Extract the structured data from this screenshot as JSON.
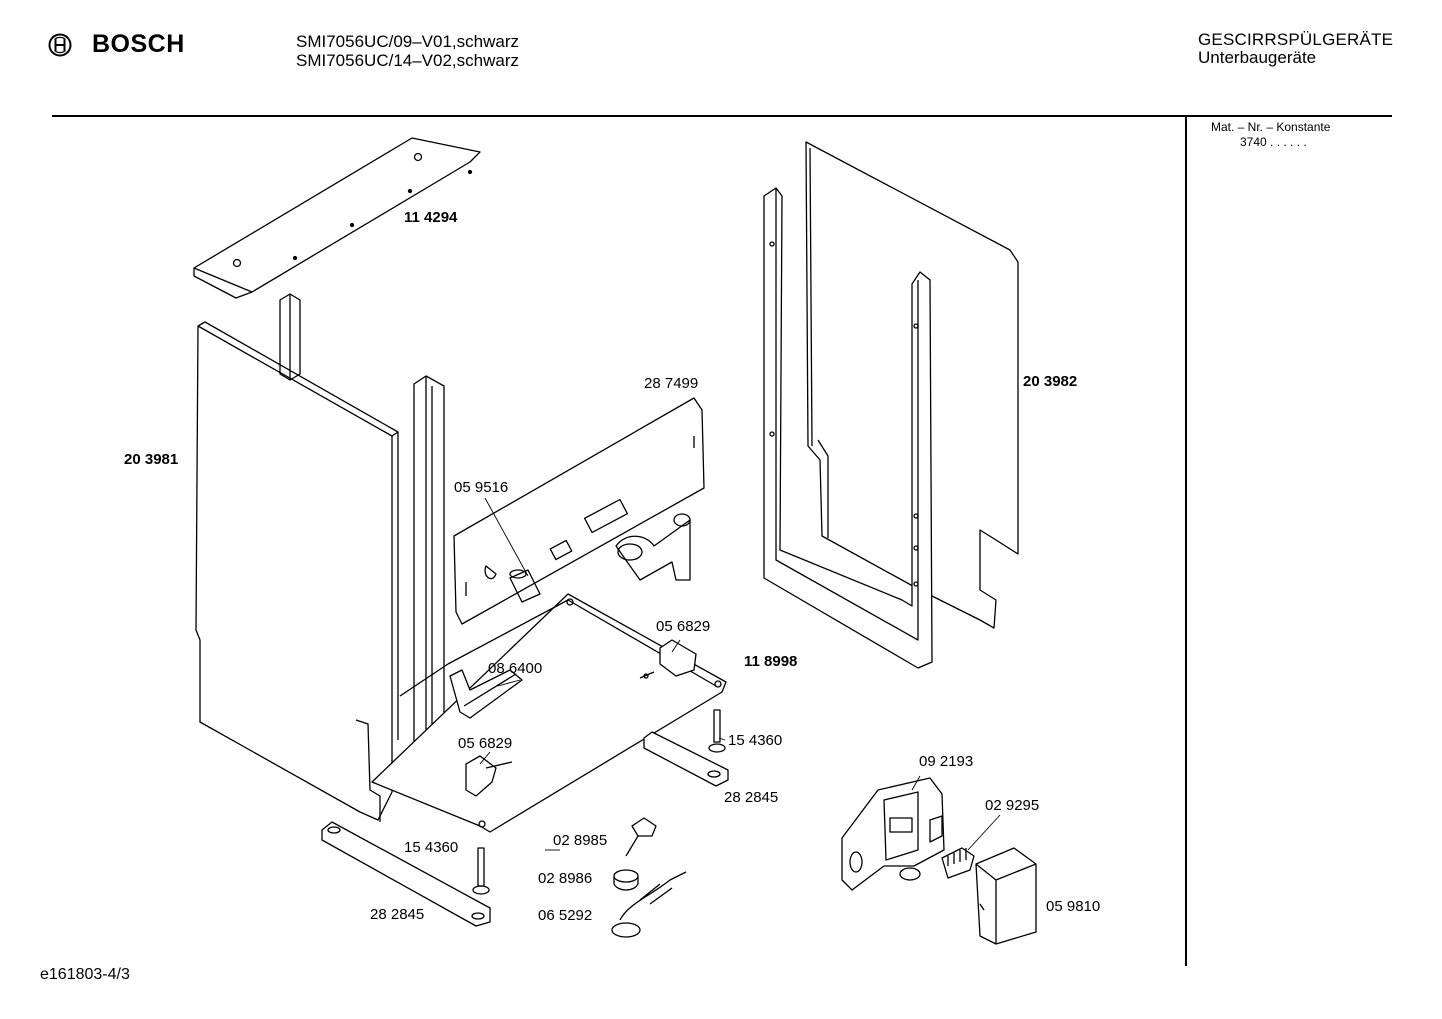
{
  "brand": {
    "name": "BOSCH",
    "logo_icon": "bosch-armature-icon"
  },
  "models": [
    "SMI7056UC/09–V01,schwarz",
    "SMI7056UC/14–V02,schwarz"
  ],
  "category": {
    "title": "GESCIRRSPÜLGERÄTE",
    "subtitle": "Unterbaugeräte"
  },
  "material": {
    "label": "Mat. – Nr. – Konstante",
    "value": "3740 . . . . . ."
  },
  "parts": {
    "p114294": "11 4294",
    "p203981": "20 3981",
    "p287499": "28 7499",
    "p203982": "20 3982",
    "p059516": "05 9516",
    "p056829a": "05 6829",
    "p118998": "11 8998",
    "p086400": "08 6400",
    "p154360a": "15 4360",
    "p056829b": "05 6829",
    "p282845a": "28 2845",
    "p092193": "09 2193",
    "p029295": "02 9295",
    "p028985": "02 8985",
    "p154360b": "15 4360",
    "p028986": "02 8986",
    "p059810": "05 9810",
    "p065292": "06 5292",
    "p282845b": "28 2845"
  },
  "footer": {
    "code": "e161803-4/3"
  }
}
